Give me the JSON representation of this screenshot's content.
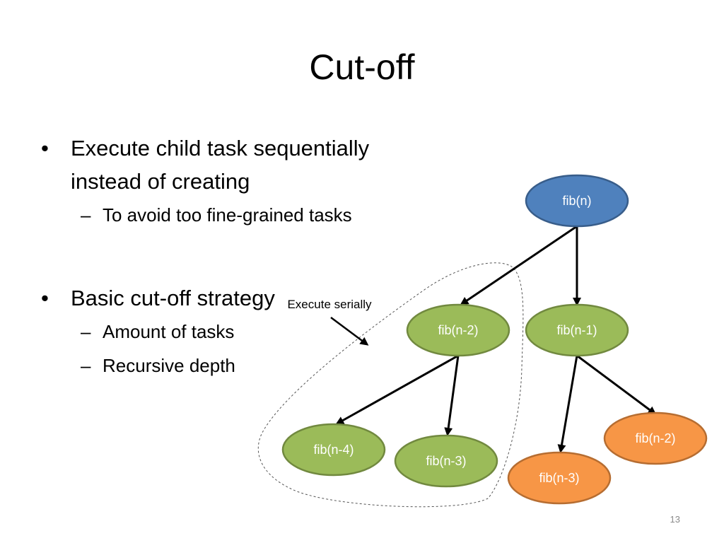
{
  "slide": {
    "title": "Cut-off",
    "page_number": "13"
  },
  "bullets": [
    {
      "marker": "•",
      "text": "Execute child task sequentially instead of creating",
      "sub": [
        {
          "marker": "–",
          "text": "To avoid too fine-grained tasks"
        }
      ]
    },
    {
      "marker": "•",
      "text": "Basic cut-off strategy",
      "sub": [
        {
          "marker": "–",
          "text": "Amount of tasks"
        },
        {
          "marker": "–",
          "text": "Recursive depth"
        }
      ]
    }
  ],
  "diagram": {
    "annotation": "Execute serially",
    "nodes": {
      "root": {
        "label": "fib(n)",
        "fill": "#4F81BD",
        "stroke": "#385D8A",
        "text_color": "#ffffff"
      },
      "n2": {
        "label": "fib(n-2)",
        "fill": "#9BBB59",
        "stroke": "#71893F",
        "text_color": "#ffffff"
      },
      "n1": {
        "label": "fib(n-1)",
        "fill": "#9BBB59",
        "stroke": "#71893F",
        "text_color": "#ffffff"
      },
      "n4": {
        "label": "fib(n-4)",
        "fill": "#9BBB59",
        "stroke": "#71893F",
        "text_color": "#ffffff"
      },
      "n3a": {
        "label": "fib(n-3)",
        "fill": "#9BBB59",
        "stroke": "#71893F",
        "text_color": "#ffffff"
      },
      "n3b": {
        "label": "fib(n-3)",
        "fill": "#F79646",
        "stroke": "#B66D31",
        "text_color": "#ffffff"
      },
      "n2b": {
        "label": "fib(n-2)",
        "fill": "#F79646",
        "stroke": "#B66D31",
        "text_color": "#ffffff"
      }
    },
    "edge_color": "#000000",
    "region_color": "#555555"
  }
}
